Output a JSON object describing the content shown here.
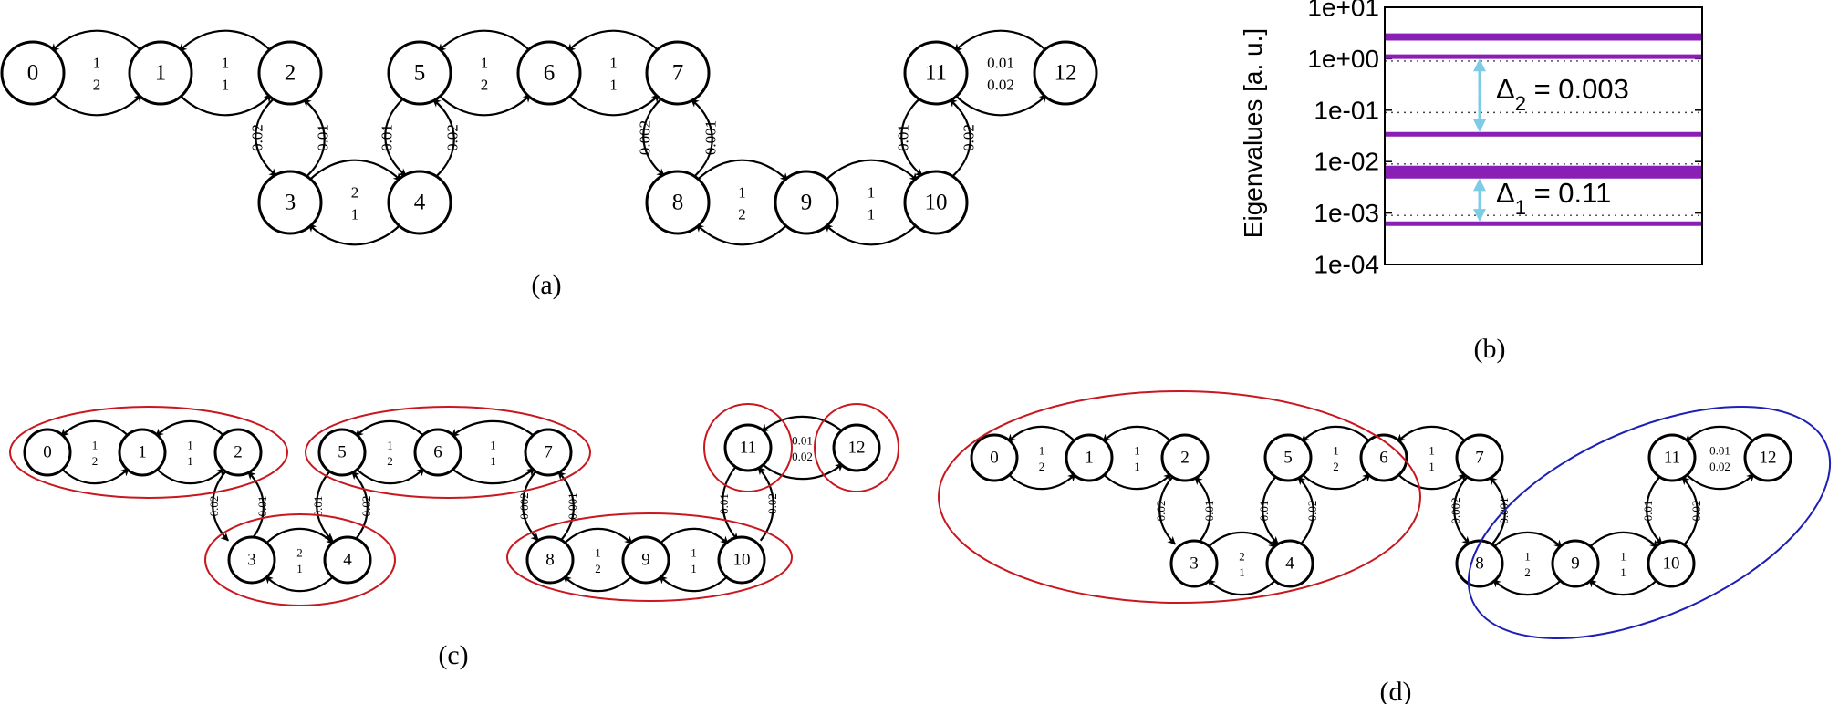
{
  "captions": {
    "a": "(a)",
    "b": "(b)",
    "c": "(c)",
    "d": "(d)"
  },
  "graph": {
    "node_labels": [
      "0",
      "1",
      "2",
      "3",
      "4",
      "5",
      "6",
      "7",
      "8",
      "9",
      "10",
      "11",
      "12"
    ],
    "edge_labels": {
      "e01": [
        "1",
        "2"
      ],
      "e12": [
        "1",
        "1"
      ],
      "e23": [
        "0.02",
        "0.01"
      ],
      "e34": [
        "2",
        "1"
      ],
      "e45": [
        "0.01",
        "0.02"
      ],
      "e56": [
        "1",
        "2"
      ],
      "e67": [
        "1",
        "1"
      ],
      "e78": [
        "0.002",
        "0.001"
      ],
      "e89": [
        "1",
        "2"
      ],
      "e910": [
        "1",
        "1"
      ],
      "e1011": [
        "0.01",
        "0.02"
      ],
      "e1112": [
        "0.01",
        "0.02"
      ]
    }
  },
  "chart_data": {
    "type": "eigenvalue-spectrum",
    "ylabel": "Eigenvalues [a. u.]",
    "yscale": "log",
    "ylim": [
      0.0001,
      10
    ],
    "yticks": [
      "1e+01",
      "1e+00",
      "1e-01",
      "1e-02",
      "1e-03",
      "1e-04"
    ],
    "eigenvalues": [
      2.8,
      2.5,
      1.1,
      0.034,
      0.0075,
      0.0062,
      0.0052,
      0.00062
    ],
    "gaps": [
      {
        "label": "Δ2 = 0.003",
        "sym": "Δ",
        "sub": "2",
        "text": " = 0.003"
      },
      {
        "label": "Δ1 = 0.11",
        "sym": "Δ",
        "sub": "1",
        "text": " = 0.11"
      }
    ],
    "colors": {
      "lines": "#8a1fb6",
      "arrows": "#7ecbe6",
      "dotted": "#444444"
    }
  },
  "clusters": {
    "ring_color_c": "#c8171e",
    "ring_color_d_left": "#c8171e",
    "ring_color_d_right": "#1d1fb5"
  }
}
